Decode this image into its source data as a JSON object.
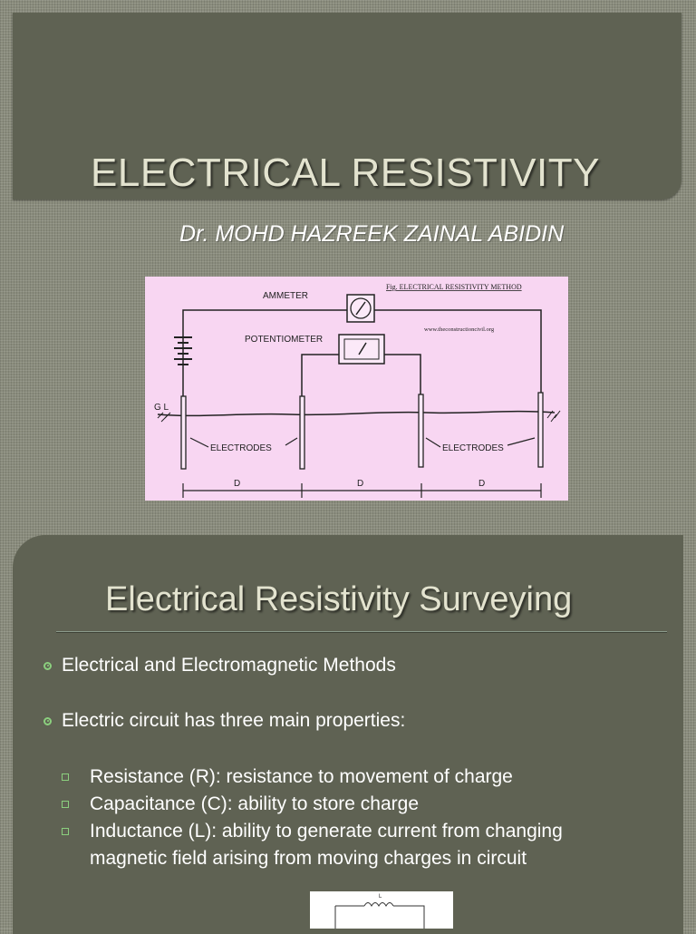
{
  "slide1": {
    "title": "ELECTRICAL RESISTIVITY",
    "author": "Dr. MOHD HAZREEK ZAINAL ABIDIN",
    "diagram": {
      "caption": "Fig. ELECTRICAL RESISTIVITY METHOD",
      "website": "www.theconstructioncivil.org",
      "ammeter_label": "AMMETER",
      "potentiometer_label": "POTENTIOMETER",
      "ground_label": "G L",
      "electrodes_label_left": "ELECTRODES",
      "electrodes_label_right": "ELECTRODES",
      "spacing_label": "D"
    }
  },
  "slide2": {
    "title": "Electrical Resistivity Surveying",
    "bullets": [
      "Electrical and Electromagnetic Methods",
      "Electric circuit has three main properties:"
    ],
    "sub_bullets": [
      "Resistance (R): resistance to movement of charge",
      "Capacitance (C): ability to store charge",
      "Inductance (L): ability to generate current from changing magnetic field arising from moving charges in circuit"
    ],
    "mini_diagram_label": "L"
  },
  "colors": {
    "panel": "#5f6253",
    "background": "#8a8c7d",
    "title_text": "#e3e3cf",
    "bullet_accent": "#8bcf7e",
    "diagram_bg": "#f8d6f2"
  }
}
